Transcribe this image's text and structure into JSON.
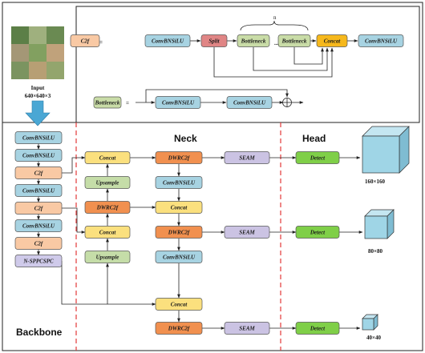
{
  "colors": {
    "conv": "#a7d3e2",
    "c2f": "#f9c9a4",
    "split": "#e08585",
    "bottleneck": "#c9dca7",
    "concat_top": "#f6b81c",
    "concat": "#fbe07e",
    "upsample": "#c5dda8",
    "dwrc2f": "#f1904f",
    "seam": "#cbc3e3",
    "detect": "#7fcf48",
    "neppc": "#cfcaea",
    "cube": "#9fd5e6",
    "divider": "#e23838",
    "arrow_big": "#4aa7d4"
  },
  "input": {
    "label": "Input",
    "size": "640×640×3"
  },
  "legend_c2f": {
    "block": "C2f",
    "equals": "=",
    "conv1": "ConvBNSiLU",
    "split": "Split",
    "bottleneck1": "Bottleneck",
    "dots": "...",
    "bottleneck2": "Bottleneck",
    "n_label": "n",
    "concat": "Concat",
    "conv2": "ConvBNSiLU"
  },
  "legend_bottleneck": {
    "block": "Bottleneck",
    "equals": "=",
    "conv1": "ConvBNSiLU",
    "conv2": "ConvBNSiLU"
  },
  "backbone": {
    "title": "Backbone",
    "blocks": [
      "ConvBNSiLU",
      "ConvBNSiLU",
      "C2f",
      "ConvBNSiLU",
      "C2f",
      "ConvBNSiLU",
      "C2f",
      "N-SPPCSPC"
    ]
  },
  "neck": {
    "title": "Neck",
    "col1": [
      "Concat",
      "Upsample",
      "DWRC2f",
      "Concat",
      "Upsample"
    ],
    "col2": [
      "DWRC2f",
      "ConvBNSiLU",
      "Concat",
      "DWRC2f",
      "ConvBNSiLU",
      "Concat",
      "DWRC2f"
    ],
    "seam": [
      "SEAM",
      "SEAM",
      "SEAM"
    ]
  },
  "head": {
    "title": "Head",
    "detect": [
      "Detect",
      "Detect",
      "Detect"
    ],
    "sizes": [
      "160×160",
      "80×80",
      "40×40"
    ]
  }
}
